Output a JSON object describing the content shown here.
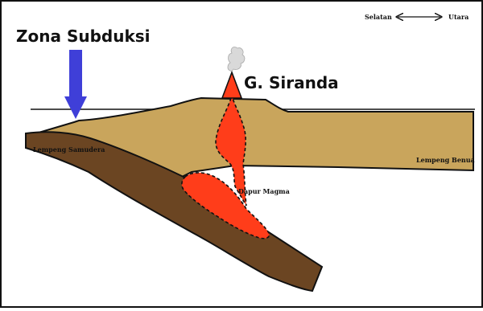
{
  "labels": {
    "subduction_zone": "Zona Subduksi",
    "volcano": "G. Siranda",
    "oceanic_plate": "Lempeng Samudera",
    "continental_plate": "Lempeng Benua",
    "magma_chamber": "Dapur Magma",
    "direction_south": "Selatan",
    "direction_north": "Utara"
  },
  "colors": {
    "continental_plate": "#c9a55c",
    "oceanic_plate": "#6b4522",
    "magma": "#ff3d1a",
    "arrow": "#3f3fd8",
    "plume": "#d9d9d9",
    "outline": "#111111"
  },
  "icons": {
    "down_arrow": "down-arrow-icon",
    "double_arrow": "double-arrow-icon",
    "volcano": "volcano-icon"
  }
}
